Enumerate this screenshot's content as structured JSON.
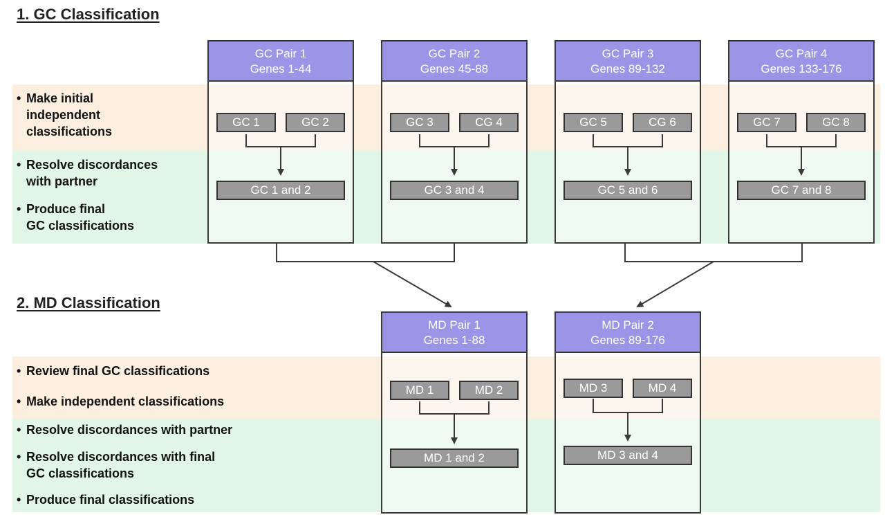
{
  "stage1": {
    "title": "1. GC Classification",
    "steps": [
      [
        "Make initial",
        "independent",
        "classifications"
      ],
      [
        "Resolve discordances",
        "with partner"
      ],
      [
        "Produce final",
        "GC classifications"
      ]
    ],
    "pairs": [
      {
        "title": "GC Pair 1",
        "genes": "Genes 1-44",
        "members": [
          "GC 1",
          "GC 2"
        ],
        "merged": "GC 1 and 2"
      },
      {
        "title": "GC Pair 2",
        "genes": "Genes 45-88",
        "members": [
          "GC 3",
          "CG 4"
        ],
        "merged": "GC 3 and 4"
      },
      {
        "title": "GC Pair 3",
        "genes": "Genes 89-132",
        "members": [
          "GC 5",
          "CG 6"
        ],
        "merged": "GC 5 and 6"
      },
      {
        "title": "GC Pair 4",
        "genes": "Genes 133-176",
        "members": [
          "GC 7",
          "GC 8"
        ],
        "merged": "GC 7 and 8"
      }
    ]
  },
  "stage2": {
    "title": "2. MD Classification",
    "steps": [
      [
        "Review final GC classifications"
      ],
      [
        "Make independent classifications"
      ],
      [
        "Resolve discordances with partner"
      ],
      [
        "Resolve discordances with final",
        "GC classifications"
      ],
      [
        "Produce final classifications"
      ]
    ],
    "pairs": [
      {
        "title": "MD Pair 1",
        "genes": "Genes 1-88",
        "members": [
          "MD 1",
          "MD 2"
        ],
        "merged": "MD 1 and 2"
      },
      {
        "title": "MD Pair 2",
        "genes": "Genes 89-176",
        "members": [
          "MD 3",
          "MD 4"
        ],
        "merged": "MD 3 and 4"
      }
    ]
  },
  "colors": {
    "header": "#9b95e8",
    "box": "#9a9a9a",
    "band_orange": "#fcefe0",
    "band_green": "#e1f6e6",
    "line": "#3a3a3a"
  }
}
